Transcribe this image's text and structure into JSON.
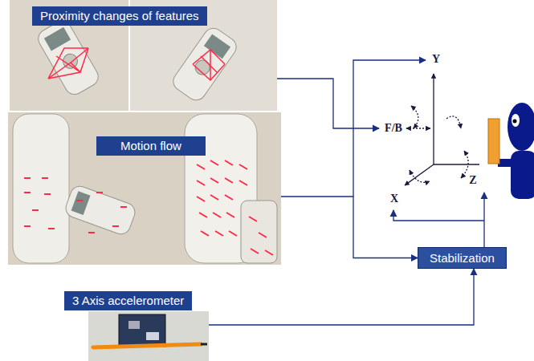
{
  "diagram": {
    "nodes": [
      {
        "text": [
          "Proximity changes of features"
        ]
      },
      {
        "text": [
          "Motion flow"
        ]
      },
      {
        "text": [
          "3 Axis accelerometer"
        ]
      },
      {
        "text": [
          "Stabilization"
        ]
      }
    ],
    "edges": [
      {
        "from": 1,
        "to": 3,
        "arrow": "to"
      },
      {
        "from": 2,
        "to": 3,
        "arrow": "to"
      }
    ],
    "labels": [
      "Y",
      "F/B",
      "Z",
      "X"
    ]
  }
}
